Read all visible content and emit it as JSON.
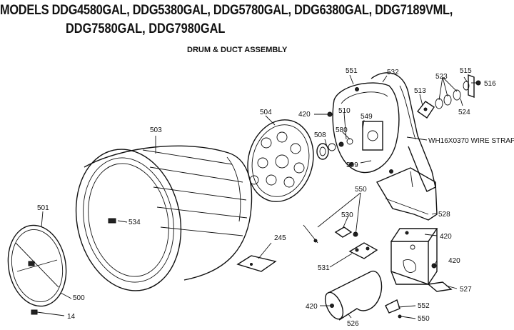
{
  "header": {
    "title_line1": "MODELS DDG4580GAL, DDG5380GAL, DDG5780GAL, DDG6380GAL, DDG7189VML,",
    "title_line2": "DDG7580GAL, DDG7980GAL",
    "subtitle": "DRUM & DUCT ASSEMBLY"
  },
  "callouts": {
    "p501": "501",
    "p500": "500",
    "p14": "14",
    "p503": "503",
    "p534": "534",
    "p504": "504",
    "p245": "245",
    "p420a": "420",
    "p508": "508",
    "p510": "510",
    "p580": "580",
    "p549": "549",
    "p551": "551",
    "p532": "532",
    "p513": "513",
    "p523": "523",
    "p515": "515",
    "p516": "516",
    "p524": "524",
    "wire_strap": "WH16X0370 WIRE STRAP",
    "p509": "509",
    "p550a": "550",
    "p530": "530",
    "p531": "531",
    "p528": "528",
    "p420b": "420",
    "p420c": "420",
    "p527": "527",
    "p420d": "420",
    "p526": "526",
    "p552": "552",
    "p550b": "550"
  }
}
